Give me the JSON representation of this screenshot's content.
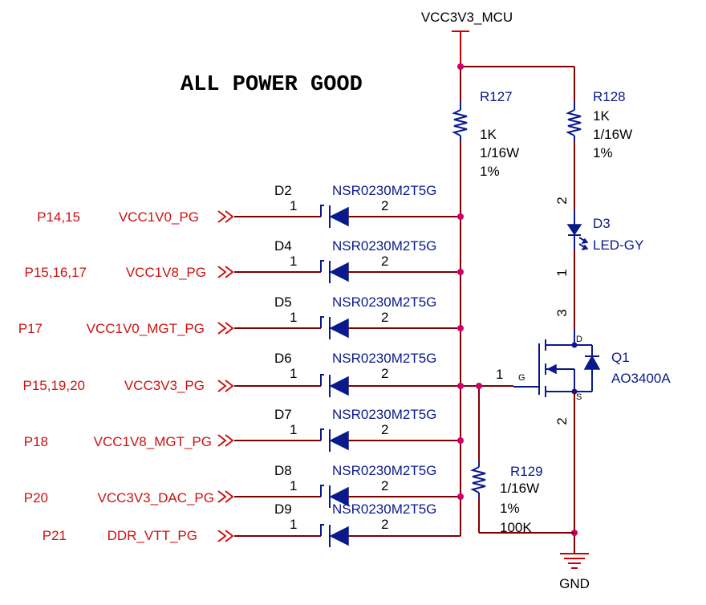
{
  "title": "ALL POWER GOOD",
  "power": {
    "net": "VCC3V3_MCU",
    "ground": "GND"
  },
  "resistors": [
    {
      "ref": "R127",
      "value": "1K",
      "power": "1/16W",
      "tolerance": "1%"
    },
    {
      "ref": "R128",
      "value": "1K",
      "power": "1/16W",
      "tolerance": "1%"
    },
    {
      "ref": "R129",
      "power": "1/16W",
      "tolerance": "1%",
      "value": "100K"
    }
  ],
  "diodes": [
    {
      "ref": "D2",
      "part": "NSR0230M2T5G",
      "pin1": "1",
      "pin2": "2",
      "page": "P14,15",
      "net": "VCC1V0_PG"
    },
    {
      "ref": "D4",
      "part": "NSR0230M2T5G",
      "pin1": "1",
      "pin2": "2",
      "page": "P15,16,17",
      "net": "VCC1V8_PG"
    },
    {
      "ref": "D5",
      "part": "NSR0230M2T5G",
      "pin1": "1",
      "pin2": "2",
      "page": "P17",
      "net": "VCC1V0_MGT_PG"
    },
    {
      "ref": "D6",
      "part": "NSR0230M2T5G",
      "pin1": "1",
      "pin2": "2",
      "page": "P15,19,20",
      "net": "VCC3V3_PG"
    },
    {
      "ref": "D7",
      "part": "NSR0230M2T5G",
      "pin1": "1",
      "pin2": "2",
      "page": "P18",
      "net": "VCC1V8_MGT_PG"
    },
    {
      "ref": "D8",
      "part": "NSR0230M2T5G",
      "pin1": "1",
      "pin2": "2",
      "page": "P20",
      "net": "VCC3V3_DAC_PG"
    },
    {
      "ref": "D9",
      "part": "NSR0230M2T5G",
      "pin1": "1",
      "pin2": "2",
      "page": "P21",
      "net": "DDR_VTT_PG"
    }
  ],
  "led": {
    "ref": "D3",
    "part": "LED-GY",
    "pin_anode": "2",
    "pin_cathode": "1"
  },
  "mosfet": {
    "ref": "Q1",
    "part": "AO3400A",
    "pin_gate": "1",
    "pin_drain": "3",
    "pin_source": "2",
    "gate_letter": "G",
    "drain_letter": "D",
    "source_letter": "S"
  },
  "colors": {
    "wire": "#800000",
    "power": "#cc0000",
    "component": "#0a1a8c",
    "net_label": "#cc1111",
    "junction": "#cc0066"
  }
}
